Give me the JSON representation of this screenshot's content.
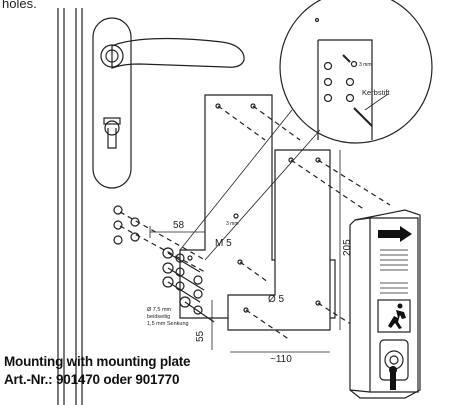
{
  "top_fragment": "holes.",
  "caption": {
    "line1": "Mounting with mounting plate",
    "line2": "Art.-Nr.: 901470 oder 901770"
  },
  "dimensions": {
    "width_58": "58",
    "height_55": "55",
    "height_205": "205",
    "width_110": "~110",
    "thread": "M 5",
    "hole_d5": "Ø 5",
    "small_3mm": "3 mm",
    "zoom_3mm": "3 mm"
  },
  "drill_note": {
    "line1": "Ø 7,5 mm",
    "line2": "beidseitig",
    "line3": "1,5 mm Senkung"
  },
  "zoom_label": "Kerbstift",
  "icons": {
    "arrow": "right-arrow-icon",
    "exit": "running-man-icon",
    "key": "key-icon"
  }
}
